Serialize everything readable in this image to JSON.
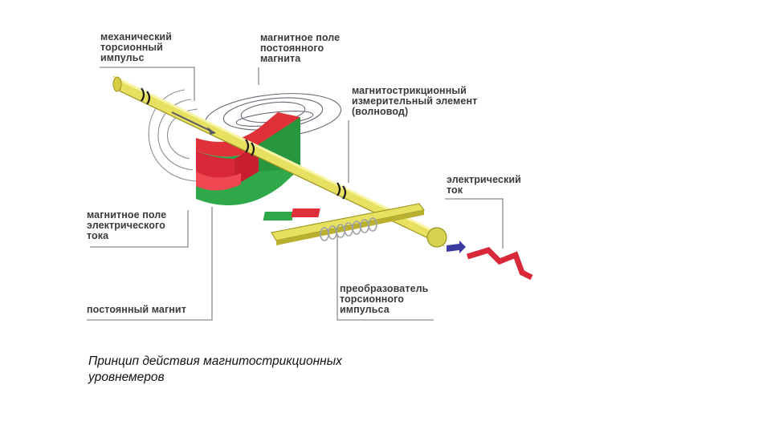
{
  "labels": {
    "mechanical_impulse": "механический\nторсионный\nимпульс",
    "permanent_magnet_field": "магнитное поле\nпостоянного\nмагнита",
    "waveguide": "магнитострикционный\nизмерительный элемент\n(волновод)",
    "electric_current": "электрический\nток",
    "current_field": "магнитное поле\nэлектрического\nтока",
    "permanent_magnet": "постоянный магнит",
    "converter": "преобразователь\nторсионного\nимпульса"
  },
  "caption": "Принцип действия магнитострикционных\nуровнемеров",
  "colors": {
    "rod": "#e8e060",
    "rod_outline": "#9a9420",
    "magnet_green": "#2fa84a",
    "magnet_red": "#e0303a",
    "coil": "#a0a0a8",
    "current": "#d8283a",
    "arrow": "#3a3aa0",
    "leader": "#8a8a8a"
  }
}
